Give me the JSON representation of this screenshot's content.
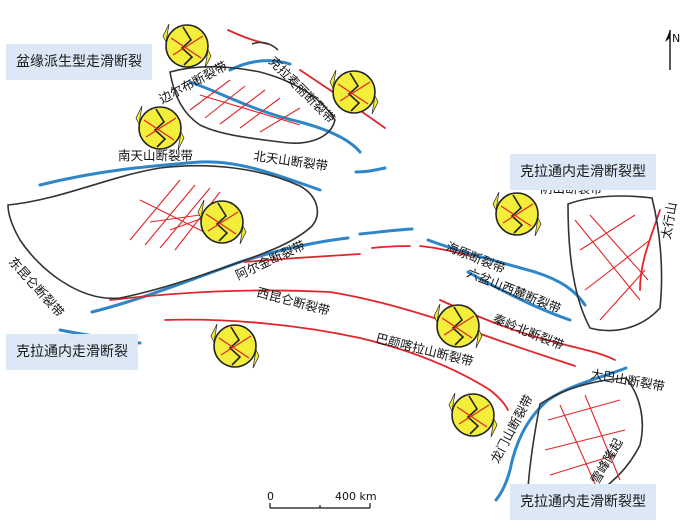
{
  "boxes": {
    "top_left": "盆缘派生型走滑断裂",
    "mid_right": "克拉通内走滑断裂型",
    "bottom_left": "克拉通内走滑断裂",
    "bottom_right": "克拉通内走滑断裂型"
  },
  "faults": {
    "altyn_north": "边尔布断裂带",
    "kalamaili": "克拉麦丽断裂带",
    "south_tianshan": "南天山断裂带",
    "north_tianshan": "北天山断裂带",
    "yinshan": "阴山断裂带",
    "east_kunlun": "东昆仑断裂带",
    "altun": "阿尔金断裂带",
    "west_kunlun": "西昆仑断裂带",
    "haiyuan": "海原断裂带",
    "liupanshan": "六盆山西麓断裂带",
    "taihang": "太行山",
    "qinling": "秦岭北断裂带",
    "bayanhar": "巴颜喀拉山断裂带",
    "longmenshan": "龙门山断裂带",
    "dabashan": "大巴山断裂带",
    "xuefeng": "雪峰隆起"
  },
  "scale": {
    "zero": "0",
    "end": "400 km"
  },
  "north_label": "N",
  "colors": {
    "boundary_blue": "#2e86c8",
    "fault_red": "#e0262b",
    "basin": "#333333",
    "circle_yellow": "#f2ee3a",
    "box_bg": "#dce8f6"
  }
}
